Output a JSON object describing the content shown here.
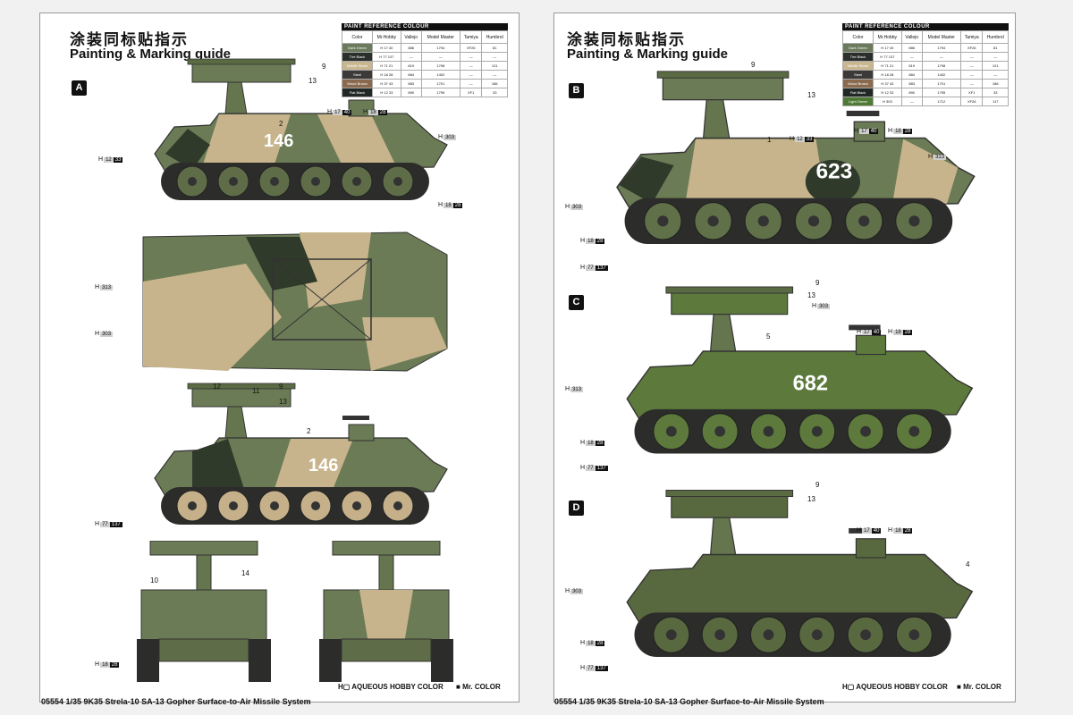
{
  "title_cn": "涂装同标贴指示",
  "title_en": "Painting & Marking guide",
  "paint_table": {
    "caption": "PAINT  REFERENCE COLOUR",
    "headers": [
      "Color",
      "Mr.Hobby",
      "Vallejo",
      "Model Master",
      "Tamiya",
      "Humbrol"
    ],
    "rows": [
      {
        "name": "Dark Green",
        "color": "#6b7a5c",
        "mrhobby": "H 17 40",
        "vallejo": "886",
        "mm": "1794",
        "tamiya": "XF26",
        "humbrol": "81"
      },
      {
        "name": "Tire Black",
        "color": "#2a2f2c",
        "mrhobby": "H 77 137",
        "vallejo": "—",
        "mm": "—",
        "tamiya": "—",
        "humbrol": "—"
      },
      {
        "name": "Middle Stone",
        "color": "#c9b78f",
        "mrhobby": "H 71 21",
        "vallejo": "819",
        "mm": "1798",
        "tamiya": "—",
        "humbrol": "121"
      },
      {
        "name": "Steel",
        "color": "#3c3a38",
        "mrhobby": "H 18 28",
        "vallejo": "884",
        "mm": "1402",
        "tamiya": "—",
        "humbrol": "—"
      },
      {
        "name": "Wood Brown",
        "color": "#8a6a4e",
        "mrhobby": "H 37 43",
        "vallejo": "883",
        "mm": "1701",
        "tamiya": "—",
        "humbrol": "186"
      },
      {
        "name": "Flat Black",
        "color": "#222826",
        "mrhobby": "H 12 33",
        "vallejo": "890",
        "mm": "1795",
        "tamiya": "XF1",
        "humbrol": "33"
      }
    ],
    "extra_row": {
      "name": "Light Green",
      "color": "#4f7a35",
      "mrhobby": "H 303",
      "vallejo": "—",
      "mm": "1712",
      "tamiya": "XF26",
      "humbrol": "117"
    }
  },
  "schemes": [
    "A",
    "B",
    "C",
    "D"
  ],
  "vehicle_numbers": {
    "a": "146",
    "b": "623",
    "c": "682"
  },
  "part_numbers": [
    "9",
    "13",
    "2",
    "12",
    "11",
    "10",
    "14",
    "1",
    "5",
    "4"
  ],
  "callouts": {
    "c1233": [
      "H",
      "12",
      "33"
    ],
    "c1740": [
      "H",
      "17",
      "40"
    ],
    "c1828": [
      "H",
      "18",
      "28"
    ],
    "c303": [
      "H",
      "303",
      ""
    ],
    "c313": [
      "H",
      "313",
      ""
    ],
    "c77137": [
      "H",
      "77",
      "137"
    ]
  },
  "legend": {
    "aqueous_prefix": "H",
    "aqueous": "AQUEOUS HOBBY COLOR",
    "mr_color": "Mr. COLOR"
  },
  "footer": "05554 1/35 9K35 Strela-10  SA-13 Gopher Surface-to-Air Missile System"
}
